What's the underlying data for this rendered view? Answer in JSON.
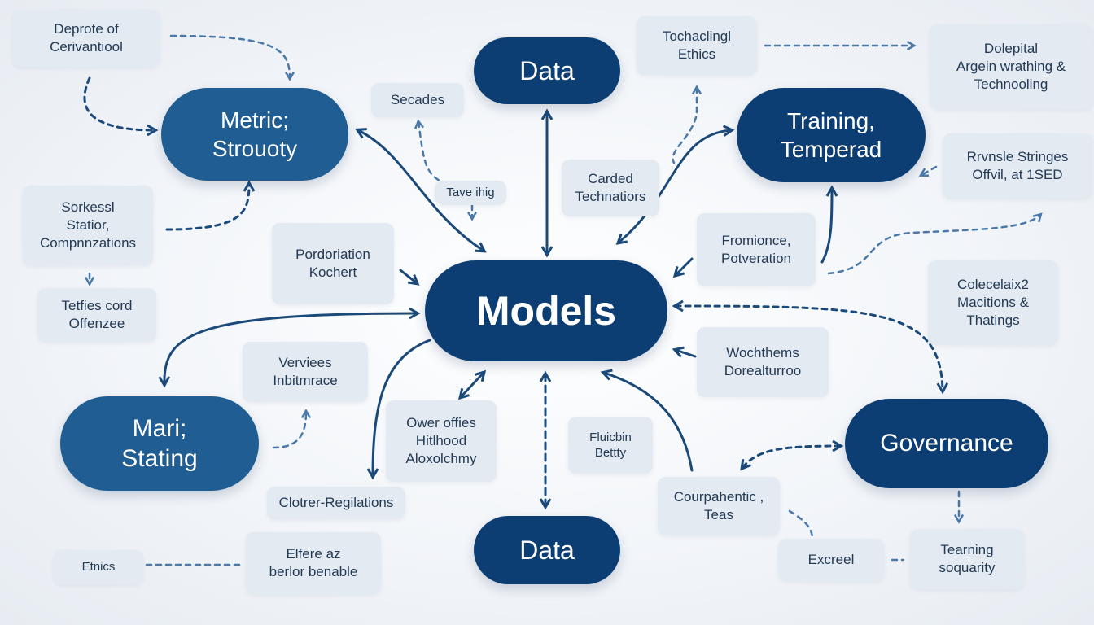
{
  "colors": {
    "navy": "#0d3e73",
    "steel": "#1f5d93",
    "box": "#e3eaf1",
    "line": "#1b4a7a",
    "dashed": "#4a78a8"
  },
  "nodes": {
    "models": "Models",
    "data_top": "Data",
    "data_bottom": "Data",
    "metric": "Metric;\nStrouoty",
    "training": "Training,\nTemperad",
    "mari": "Mari;\nStating",
    "governance": "Governance"
  },
  "boxes": {
    "deprote": "Deprote of\nCerivantiool",
    "secades": "Secades",
    "tochacling": "Tochaclingl\nEthics",
    "dolepital": "Dolepital\nArgein wrathing &\nTechnooling",
    "rrvnsle": "Rrvnsle Stringes\nOffvil, at 1SED",
    "tave_ihig": "Tave ihig",
    "carded": "Carded\nTechnatiors",
    "sorkess": "Sorkessl\nStatior,\nCompnnzations",
    "pordoriation": "Pordoriation\nKochert",
    "fromionce": "Fromionce,\nPotveration",
    "tetfies": "Tetfies cord\nOffenzee",
    "colecelaix": "Colecelaix2\nMacitions &\nThatings",
    "verviees": "Verviees\nInbitmrace",
    "wochthems": "Wochthems\nDorealturroo",
    "ower_offies": "Ower offies\nHitlhood\nAloxolchmy",
    "fluicbin": "Fluicbin\nBettty",
    "clotrer": "Clotrer-Regilations",
    "courpahentic": "Courpahentic ,\nTeas",
    "ethics": "Etnics",
    "elfere": "Elfere az\nberlor benable",
    "excreel": "Excreel",
    "tearning": "Tearning\nsoquarity"
  }
}
